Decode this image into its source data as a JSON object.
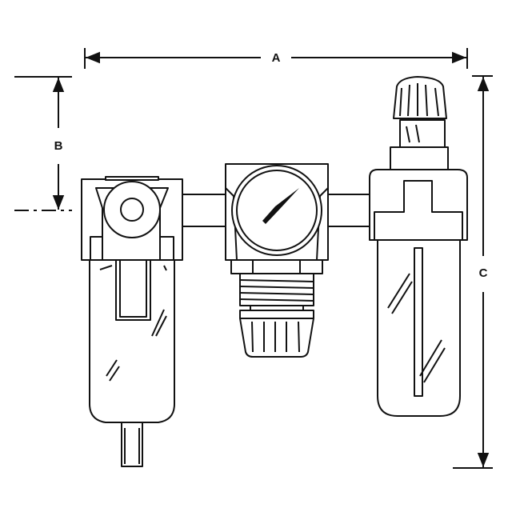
{
  "dimensions": {
    "a_label": "A",
    "b_label": "B",
    "c_label": "C"
  },
  "components": [
    "filter",
    "regulator",
    "lubricator"
  ],
  "colors": {
    "line": "#111111",
    "background": "#ffffff"
  }
}
